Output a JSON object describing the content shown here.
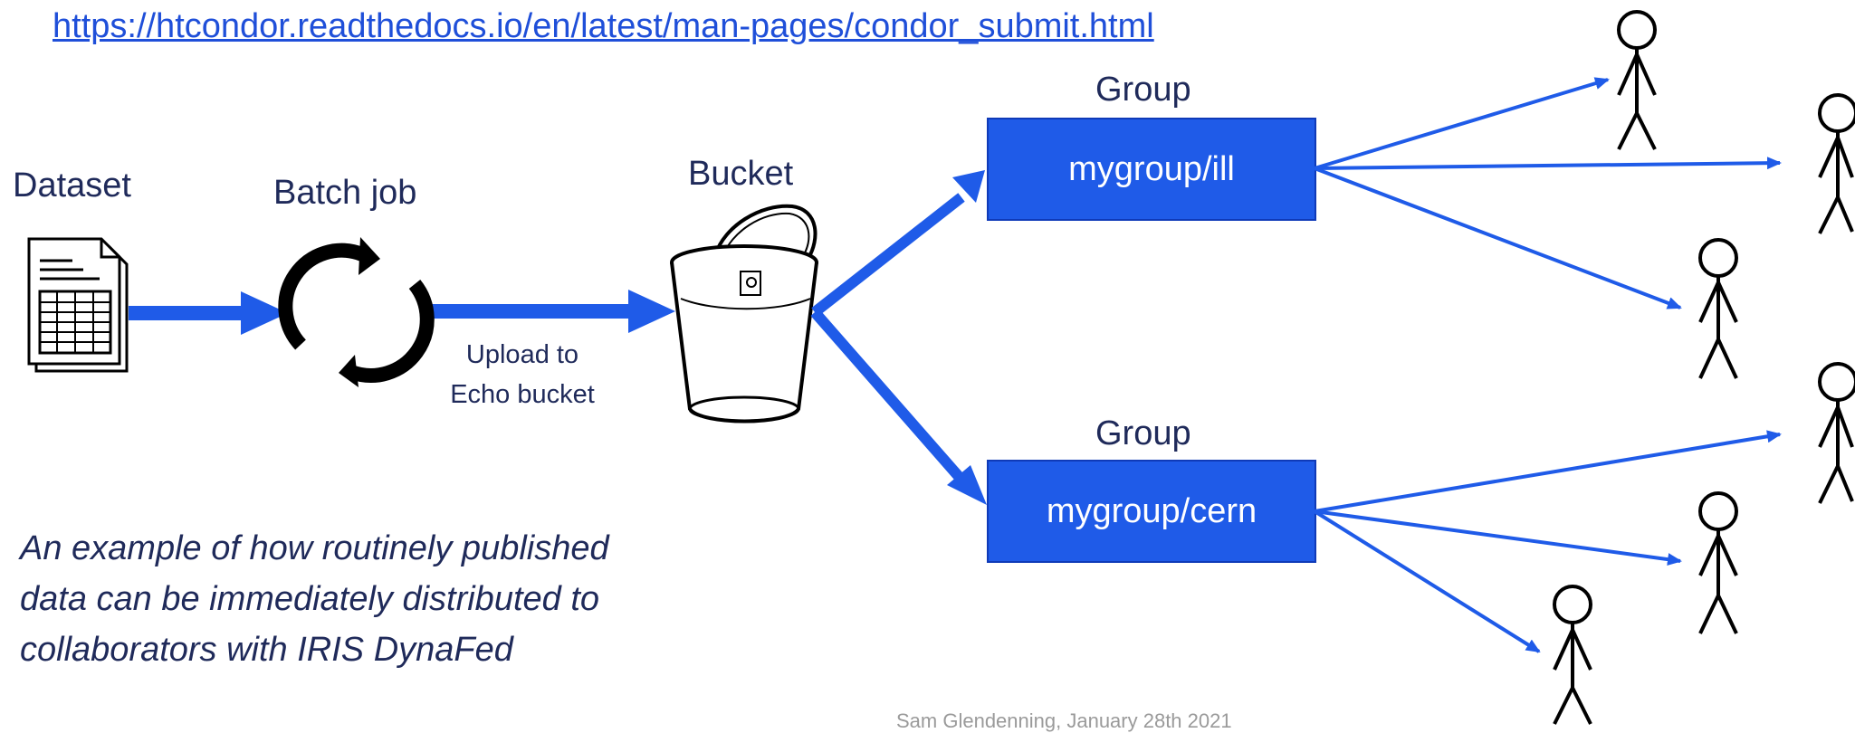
{
  "link": {
    "url": "https://htcondor.readthedocs.io/en/latest/man-pages/condor_submit.html"
  },
  "nodes": {
    "dataset": "Dataset",
    "batch_job": "Batch job",
    "bucket": "Bucket",
    "upload_line1": "Upload to",
    "upload_line2": "Echo bucket"
  },
  "groups": [
    {
      "heading": "Group",
      "name": "mygroup/ill"
    },
    {
      "heading": "Group",
      "name": "mygroup/cern"
    }
  ],
  "caption": {
    "line1": "An example of how routinely published",
    "line2": "data can be immediately distributed to",
    "line3": "collaborators with IRIS DynaFed"
  },
  "footer": "Sam Glendenning, January 28th 2021",
  "colors": {
    "arrow": "#1f5be8",
    "box": "#1f5be8",
    "text": "#1f2a5a"
  }
}
